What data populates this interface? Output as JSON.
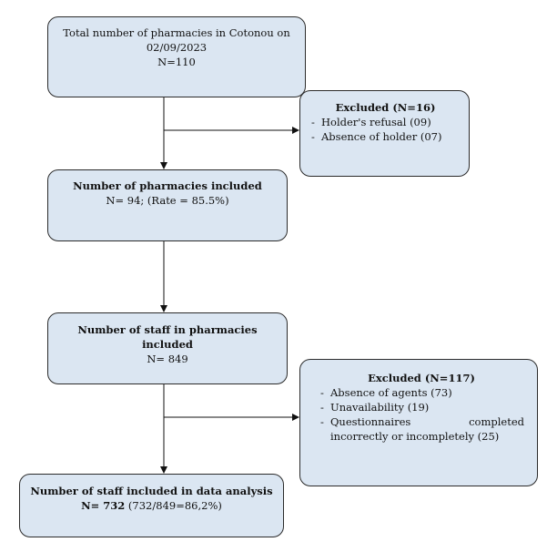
{
  "boxes": {
    "total": {
      "line1": "Total number of pharmacies in Cotonou on",
      "line2": "02/09/2023",
      "line3": "N=110"
    },
    "excluded1": {
      "title": "Excluded (N=16)",
      "items": [
        "Holder's refusal (09)",
        "Absence of holder (07)"
      ]
    },
    "included": {
      "title": "Number of pharmacies included",
      "detail": "N= 94; (Rate = 85.5%)"
    },
    "staff": {
      "title_line1": "Number of staff in pharmacies",
      "title_line2": "included",
      "detail": "N= 849"
    },
    "excluded2": {
      "title": "Excluded (N=117)",
      "items": [
        "Absence of agents (73)",
        "Unavailability (19)",
        "Questionnaires completed incorrectly or incompletely (25)"
      ]
    },
    "analysis": {
      "title": "Number of staff included in data analysis",
      "detail_prefix": "N= 732",
      "detail_rest": " (732/849=86,2%)"
    }
  },
  "colors": {
    "box_fill": "#dbe6f2",
    "border": "#2b2b2b"
  }
}
